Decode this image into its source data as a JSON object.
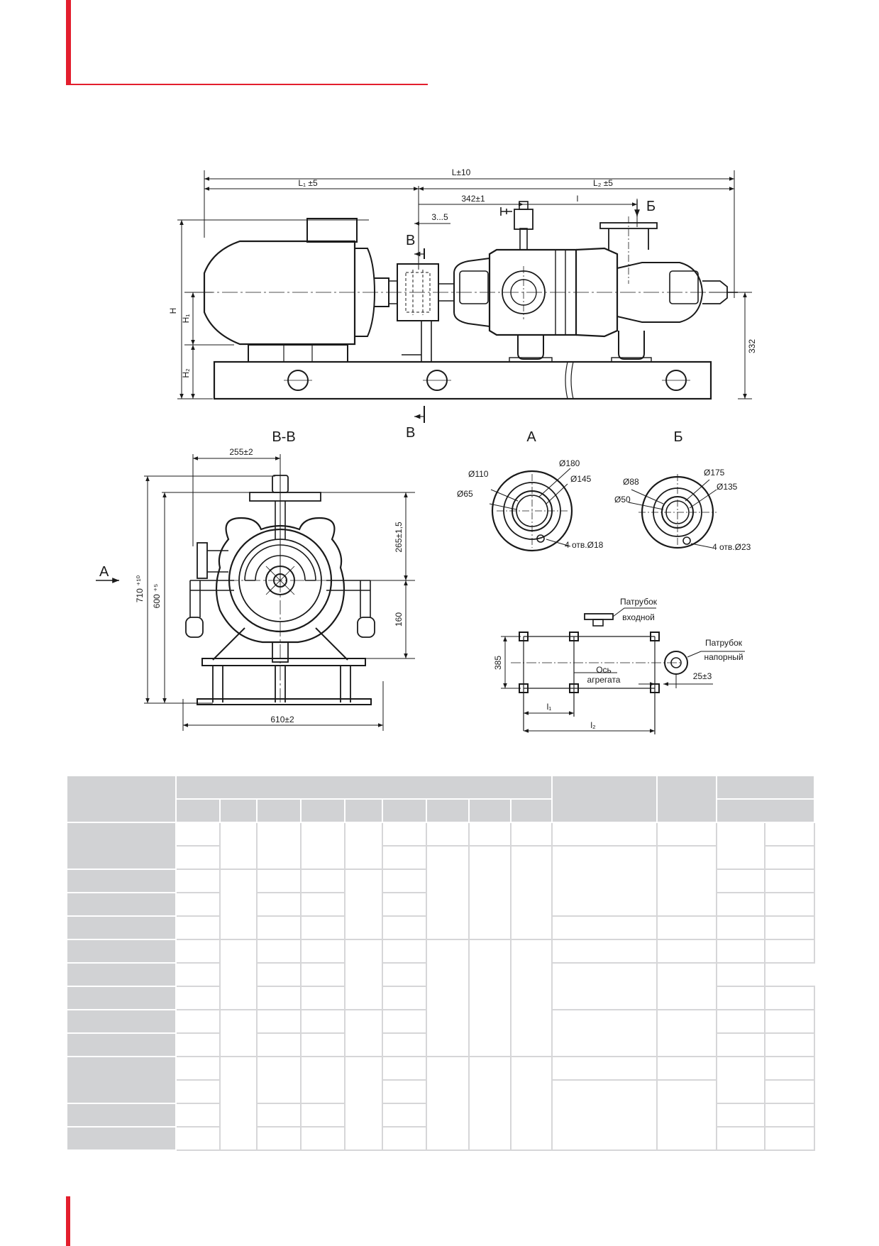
{
  "drawing": {
    "dims": {
      "L": "L±10",
      "L1": "L₁ ±5",
      "L2": "L₂ ±5",
      "d342": "342±1",
      "l": "l",
      "gap": "3...5",
      "H": "H",
      "H1": "H₁",
      "H2": "H₂",
      "d332": "332",
      "d255": "255±2",
      "d710": "710 ⁺¹⁰",
      "d600": "600 ⁺⁵",
      "d265": "265±1,5",
      "d160": "160",
      "d610": "610±2",
      "d385": "385",
      "d25": "25±3",
      "l1": "l₁",
      "l2": "l₂"
    },
    "labels": {
      "section_mark": "В",
      "section_title": "В-В",
      "view_a": "А",
      "view_b": "Б",
      "arrow_a": "А",
      "arrow_b": "Б"
    },
    "flange_a": {
      "d110": "Ø110",
      "d65": "Ø65",
      "d180": "Ø180",
      "d145": "Ø145",
      "holes": "4 отв.Ø18"
    },
    "flange_b": {
      "d88": "Ø88",
      "d50": "Ø50",
      "d175": "Ø175",
      "d135": "Ø135",
      "holes": "4 отв.Ø23"
    },
    "plan": {
      "inlet_1": "Патрубок",
      "inlet_2": "входной",
      "outlet_1": "Патрубок",
      "outlet_2": "напорный",
      "axis_1": "Ось",
      "axis_2": "агрегата"
    }
  },
  "colors": {
    "accent": "#e31e2d",
    "table_header": "#d1d2d4",
    "table_grid": "#d6d6d8"
  }
}
